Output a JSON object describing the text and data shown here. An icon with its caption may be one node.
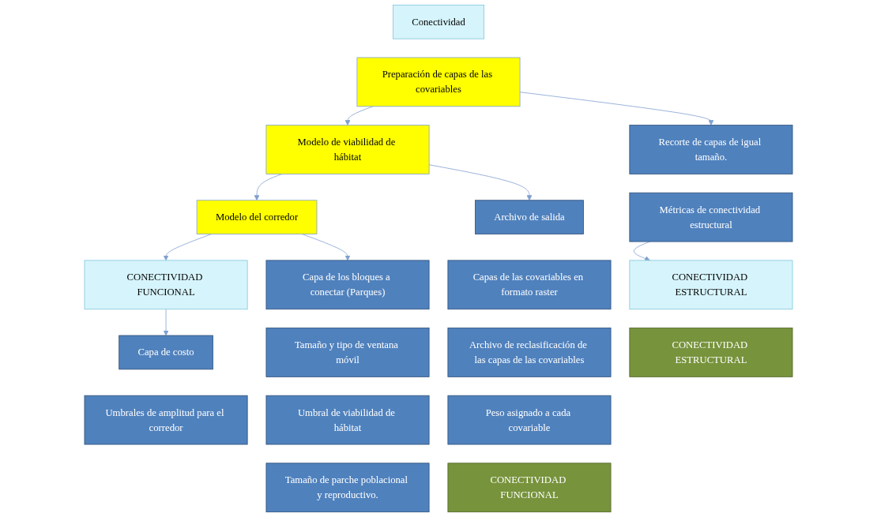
{
  "diagram": {
    "nodes": [
      {
        "text": [
          "Conectividad"
        ]
      },
      {
        "text": [
          "Preparación de capas de las covariables"
        ]
      },
      {
        "text": [
          "Modelo de viabilidad de hábitat"
        ]
      },
      {
        "text": [
          "Modelo del corredor"
        ]
      },
      {
        "text": [
          "CONECTIVIDAD FUNCIONAL"
        ]
      },
      {
        "text": [
          "Recorte de capas de igual tamaño."
        ]
      },
      {
        "text": [
          "Métricas de conectividad estructural"
        ]
      },
      {
        "text": [
          "CONECTIVIDAD ESTRUCTURAL"
        ]
      },
      {
        "text": [
          "Archivo de salida"
        ]
      },
      {
        "text": [
          "Capas de las covariables en formato raster"
        ]
      },
      {
        "text": [
          "Archivo de reclasificación de las capas de las covariables"
        ]
      },
      {
        "text": [
          "Peso asignado a cada covariable"
        ]
      },
      {
        "text": [
          "Capa de los bloques a conectar (Parques)"
        ]
      },
      {
        "text": [
          "Tamaño y tipo de ventana móvil"
        ]
      },
      {
        "text": [
          "Umbral de viabilidad de hábitat"
        ]
      },
      {
        "text": [
          "Tamaño de parche poblacional y reproductivo."
        ]
      },
      {
        "text": [
          "Capa de costo"
        ]
      },
      {
        "text": [
          "Umbrales de amplitud para el corredor"
        ]
      },
      {
        "text": [
          "CONECTIVIDAD ESTRUCTURAL"
        ]
      },
      {
        "text": [
          "CONECTIVIDAD FUNCIONAL"
        ]
      }
    ],
    "edges": [
      {
        "from": 1,
        "to": 2,
        "arrow": "to"
      },
      {
        "from": 2,
        "to": 3,
        "arrow": "to"
      },
      {
        "from": 3,
        "to": 4,
        "arrow": "to"
      },
      {
        "from": 1,
        "to": 5,
        "arrow": "to"
      },
      {
        "from": 6,
        "to": 7,
        "arrow": "to"
      },
      {
        "from": 2,
        "to": 8,
        "arrow": "to"
      },
      {
        "from": 3,
        "to": 12,
        "arrow": "to"
      },
      {
        "from": 4,
        "to": 16,
        "arrow": "to"
      }
    ]
  }
}
